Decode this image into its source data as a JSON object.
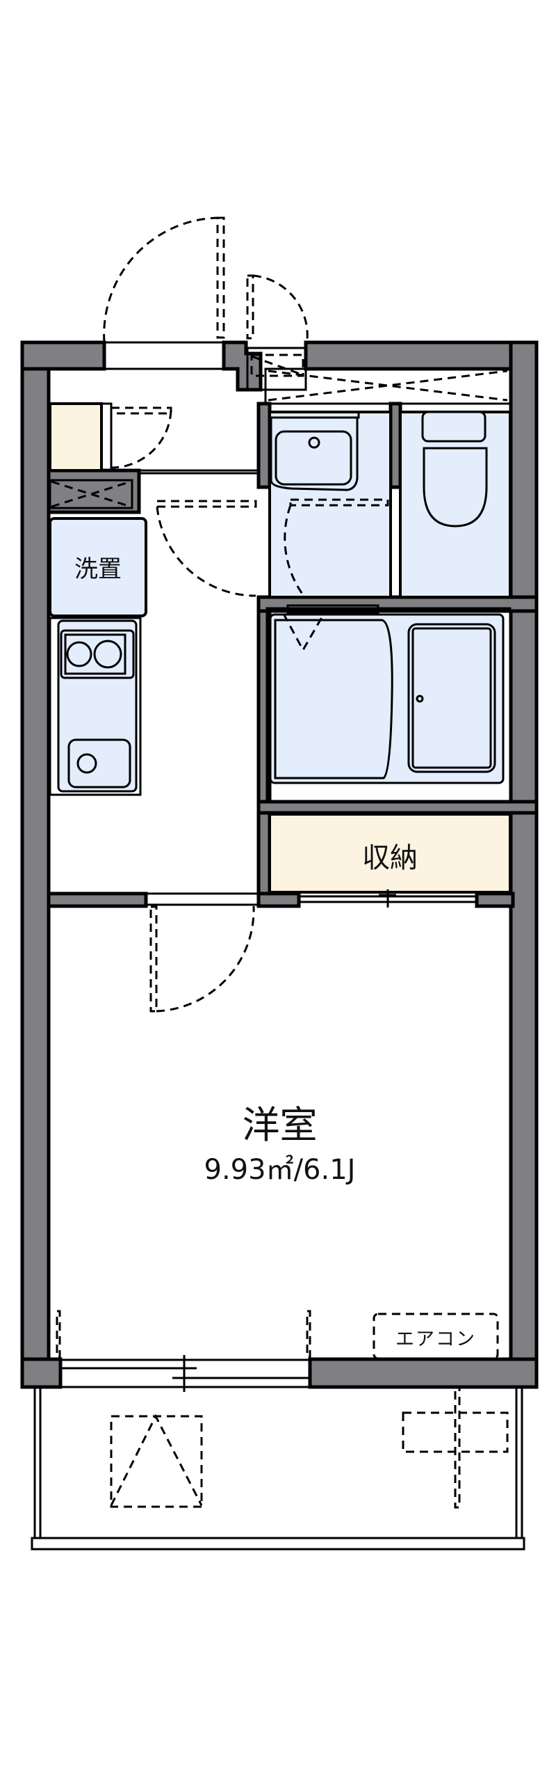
{
  "floorplan": {
    "colors": {
      "wall": "#808084",
      "wet_area": "#e3edfc",
      "storage": "#fdf3e1",
      "line": "#000000",
      "background": "#ffffff"
    },
    "rooms": {
      "western_room": {
        "label": "洋室",
        "area": "9.93㎡/6.1J"
      },
      "closet": {
        "label": "収納"
      },
      "washer_space": {
        "label": "洗置"
      },
      "aircon": {
        "label": "エアコン"
      }
    },
    "fixtures": [
      "kitchen-stove-2-burner",
      "kitchen-sink",
      "washbasin",
      "toilet",
      "bathtub",
      "shoe-cabinet",
      "entrance-door",
      "balcony"
    ]
  }
}
